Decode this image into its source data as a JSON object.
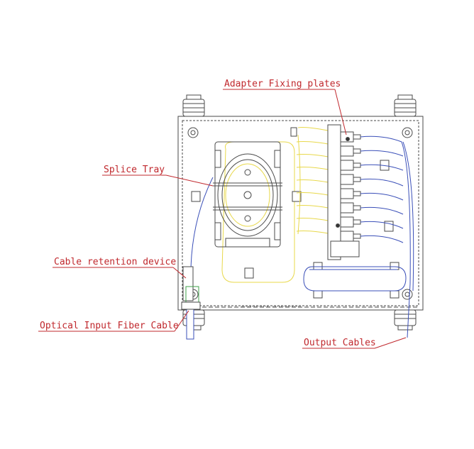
{
  "callouts": {
    "adapter_fixing_plates": "Adapter Fixing plates",
    "splice_tray": "Splice Tray",
    "cable_retention_device": "Cable retention device",
    "optical_input_fiber_cable": "Optical Input Fiber Cable",
    "output_cables": "Output Cables"
  },
  "colors": {
    "line": "#4a4a4a",
    "callout": "#c0282d",
    "fiber_yellow": "#e8d84a",
    "fiber_blue": "#3a4fb8",
    "fiber_green": "#3fa04a"
  }
}
